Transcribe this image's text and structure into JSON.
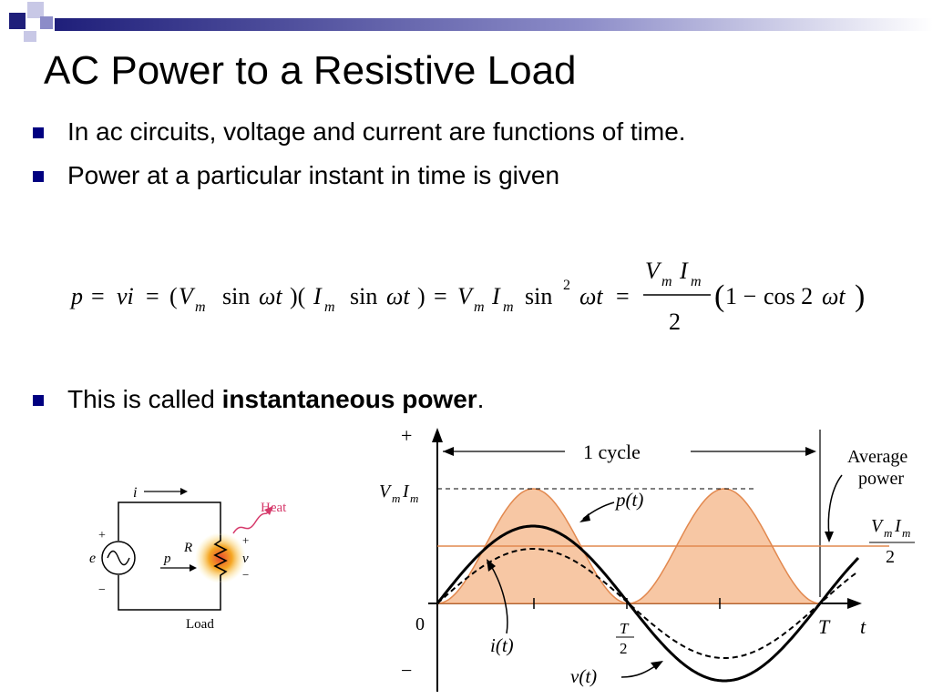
{
  "slide": {
    "title": "AC Power to a Resistive Load",
    "bullets": [
      {
        "text": "In ac circuits, voltage and current are functions of time."
      },
      {
        "text": "Power at a particular instant in time is given"
      },
      {
        "text_before": "This is called ",
        "bold": "instantaneous power",
        "text_after": "."
      }
    ],
    "colors": {
      "bullet": "#000080",
      "deco_dark": "#1F1F7A",
      "deco_mid": "#8C8CC8",
      "deco_light": "#C8C8E6",
      "power_fill": "#F7C7A4",
      "power_stroke": "#E2884E",
      "heat": "#D63A6B"
    }
  },
  "equation": {
    "p": "p",
    "eq": "=",
    "vi": "vi",
    "Vm_V": "V",
    "m": "m",
    "sin": "sin",
    "omega_t": "ωt",
    "I": "I",
    "sq2": "2",
    "two": "2",
    "one_minus": "1 −",
    "cos2": "cos 2",
    "open_paren": "(",
    "close_paren": ")",
    "mid_paren": ")("
  },
  "circuit": {
    "i_label": "i",
    "e_label": "e",
    "p_label": "p",
    "R_label": "R",
    "v_label": "v",
    "plus": "+",
    "minus": "−",
    "heat_label": "Heat",
    "load_label": "Load"
  },
  "graph": {
    "plus_label": "+",
    "minus_label": "−",
    "cycle_label": "1 cycle",
    "VmIm_label_V": "V",
    "VmIm_label_I": "I",
    "sub_m": "m",
    "p_of_t": "p(t)",
    "i_of_t": "i(t)",
    "v_of_t": "v(t)",
    "zero": "0",
    "T_label": "T",
    "T_half_top": "T",
    "T_half_bottom": "2",
    "t_label": "t",
    "average_power_line1": "Average",
    "average_power_line2": "power",
    "avg_VmIm_V": "V",
    "avg_VmIm_I": "I",
    "avg_denominator": "2"
  }
}
